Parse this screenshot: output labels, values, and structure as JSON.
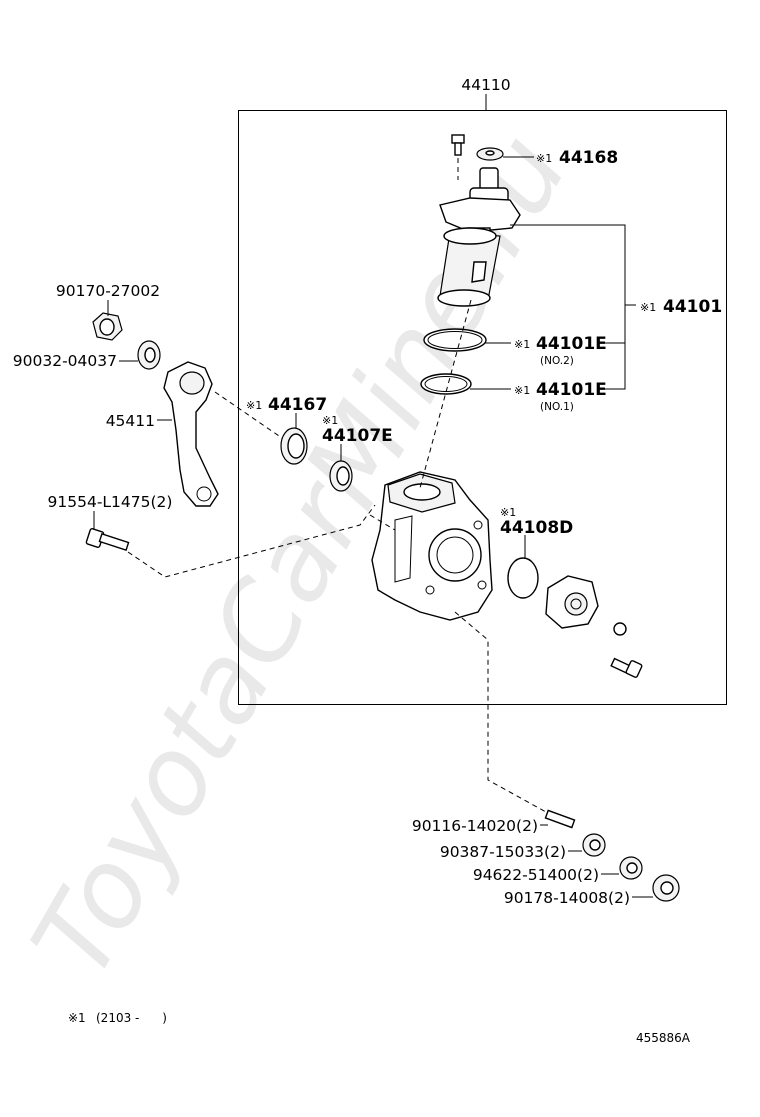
{
  "watermark": "ToyotaCarMine.ru",
  "assembly": {
    "number": "44110"
  },
  "callouts": [
    {
      "id": "44168",
      "mark": "※1",
      "number": "44168"
    },
    {
      "id": "44101",
      "mark": "※1",
      "number": "44101"
    },
    {
      "id": "44101E-no2",
      "mark": "※1",
      "number": "44101E",
      "sub": "(NO.2)"
    },
    {
      "id": "44101E-no1",
      "mark": "※1",
      "number": "44101E",
      "sub": "(NO.1)"
    },
    {
      "id": "44167",
      "mark": "※1",
      "number": "44167"
    },
    {
      "id": "44107E",
      "mark": "※1",
      "number": "44107E"
    },
    {
      "id": "44108D",
      "mark": "※1",
      "number": "44108D"
    }
  ],
  "plain_labels": [
    {
      "id": "90170",
      "text": "90170-27002"
    },
    {
      "id": "90032",
      "text": "90032-04037"
    },
    {
      "id": "45411",
      "text": "45411"
    },
    {
      "id": "91554",
      "text": "91554-L1475(2)"
    },
    {
      "id": "90116",
      "text": "90116-14020(2)"
    },
    {
      "id": "90387",
      "text": "90387-15033(2)"
    },
    {
      "id": "94622",
      "text": "94622-51400(2)"
    },
    {
      "id": "90178",
      "text": "90178-14008(2)"
    }
  ],
  "footnote": {
    "mark": "※1",
    "text": "(2103 -      )"
  },
  "diagram_id": "455886A"
}
